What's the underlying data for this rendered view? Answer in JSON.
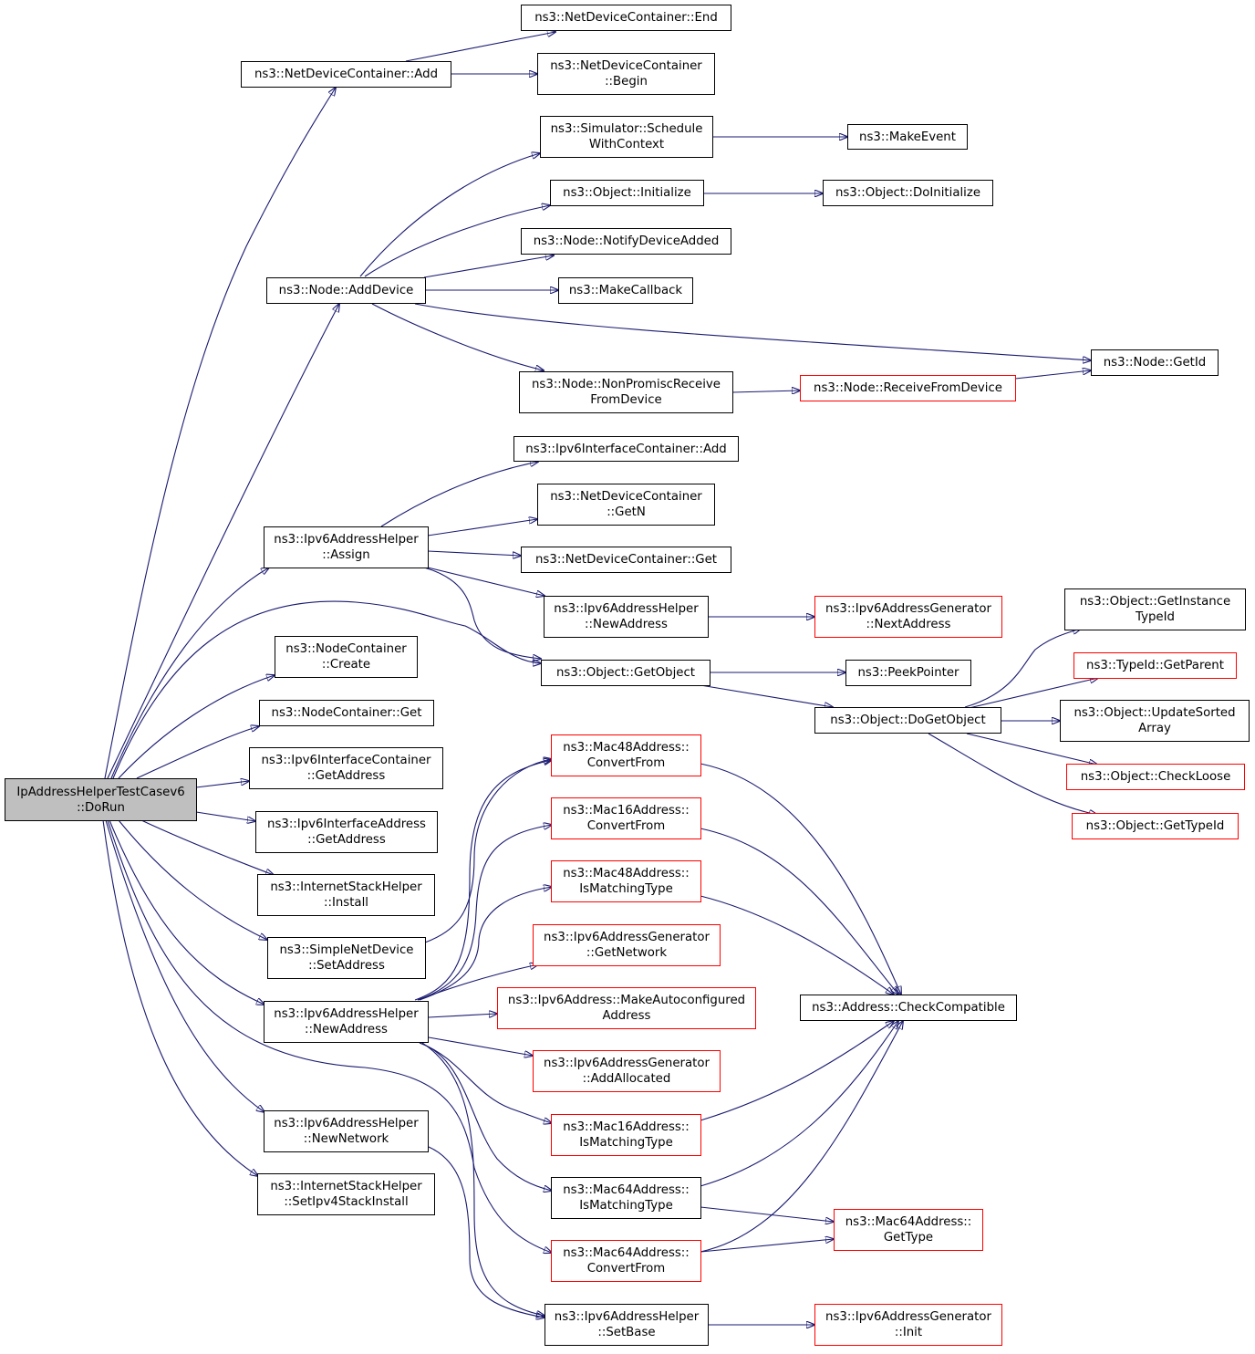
{
  "colors": {
    "edge": "#191970",
    "node_border": "#000000",
    "node_border_undocumented": "#ff0000",
    "root_fill": "#bfbfbf"
  },
  "nodes": {
    "root": "IpAddressHelperTestCasev6\n::DoRun",
    "ndc_add": "ns3::NetDeviceContainer::Add",
    "ndc_end": "ns3::NetDeviceContainer::End",
    "ndc_begin": "ns3::NetDeviceContainer\n::Begin",
    "sim_schedule": "ns3::Simulator::Schedule\nWithContext",
    "make_event": "ns3::MakeEvent",
    "obj_init": "ns3::Object::Initialize",
    "obj_doinit": "ns3::Object::DoInitialize",
    "node_notify": "ns3::Node::NotifyDeviceAdded",
    "node_adddevice": "ns3::Node::AddDevice",
    "make_callback": "ns3::MakeCallback",
    "node_getid": "ns3::Node::GetId",
    "node_nonpromisc": "ns3::Node::NonPromiscReceive\nFromDevice",
    "node_receive": "ns3::Node::ReceiveFromDevice",
    "ipv6ic_add": "ns3::Ipv6InterfaceContainer::Add",
    "ndc_getn": "ns3::NetDeviceContainer\n::GetN",
    "ipv6ah_assign": "ns3::Ipv6AddressHelper\n::Assign",
    "ndc_get": "ns3::NetDeviceContainer::Get",
    "ipv6ah_newaddr_top": "ns3::Ipv6AddressHelper\n::NewAddress",
    "ipv6ag_next": "ns3::Ipv6AddressGenerator\n::NextAddress",
    "obj_getinstance": "ns3::Object::GetInstance\nTypeId",
    "nc_create": "ns3::NodeContainer\n::Create",
    "obj_getobject": "ns3::Object::GetObject",
    "peek_pointer": "ns3::PeekPointer",
    "typeid_getparent": "ns3::TypeId::GetParent",
    "nc_get": "ns3::NodeContainer::Get",
    "obj_dogetobject": "ns3::Object::DoGetObject",
    "obj_updatesorted": "ns3::Object::UpdateSorted\nArray",
    "mac48_convert": "ns3::Mac48Address::\nConvertFrom",
    "ipv6ic_getaddr": "ns3::Ipv6InterfaceContainer\n::GetAddress",
    "obj_checkloose": "ns3::Object::CheckLoose",
    "mac16_convert": "ns3::Mac16Address::\nConvertFrom",
    "ipv6ia_getaddr": "ns3::Ipv6InterfaceAddress\n::GetAddress",
    "obj_gettypeid": "ns3::Object::GetTypeId",
    "mac48_ismatching": "ns3::Mac48Address::\nIsMatchingType",
    "ish_install": "ns3::InternetStackHelper\n::Install",
    "ipv6ag_getnetwork": "ns3::Ipv6AddressGenerator\n::GetNetwork",
    "snd_setaddr": "ns3::SimpleNetDevice\n::SetAddress",
    "ipv6_makeauto": "ns3::Ipv6Address::MakeAutoconfigured\nAddress",
    "addr_checkcompat": "ns3::Address::CheckCompatible",
    "ipv6ah_newaddr": "ns3::Ipv6AddressHelper\n::NewAddress",
    "ipv6ag_addalloc": "ns3::Ipv6AddressGenerator\n::AddAllocated",
    "mac16_ismatching": "ns3::Mac16Address::\nIsMatchingType",
    "ipv6ah_newnetwork": "ns3::Ipv6AddressHelper\n::NewNetwork",
    "ish_setipv4": "ns3::InternetStackHelper\n::SetIpv4StackInstall",
    "mac64_ismatching": "ns3::Mac64Address::\nIsMatchingType",
    "mac64_gettype": "ns3::Mac64Address::\nGetType",
    "mac64_convert": "ns3::Mac64Address::\nConvertFrom",
    "ipv6ah_setbase": "ns3::Ipv6AddressHelper\n::SetBase",
    "ipv6ag_init": "ns3::Ipv6AddressGenerator\n::Init"
  }
}
